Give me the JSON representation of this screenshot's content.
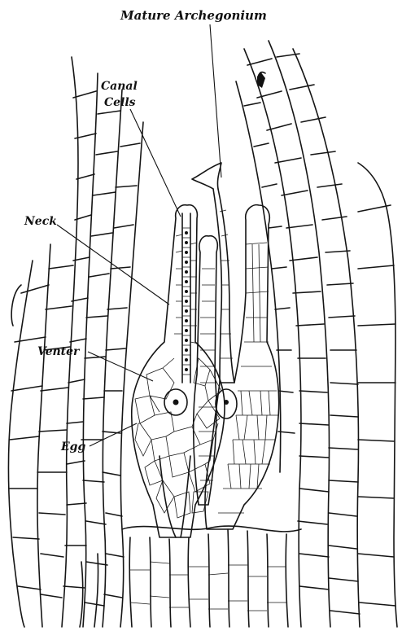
{
  "labels": {
    "title": "Mature Archegonium",
    "canal_cells_line1": "Canal",
    "canal_cells_line2": "Cells",
    "neck": "Neck",
    "venter": "Venter",
    "egg": "Egg"
  },
  "colors": {
    "ink": "#151515",
    "background": "#ffffff"
  }
}
